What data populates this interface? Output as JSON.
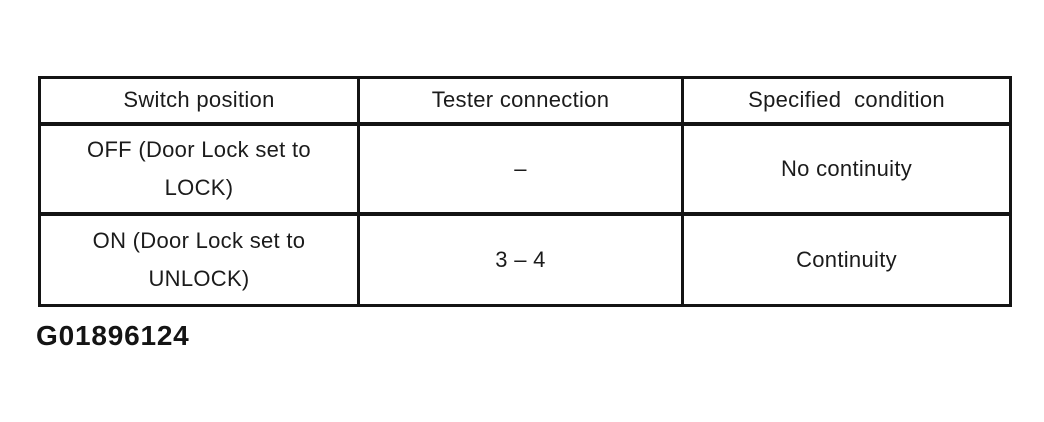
{
  "table": {
    "headers": [
      "Switch position",
      "Tester connection",
      "Specified  condition"
    ],
    "rows": [
      [
        "OFF (Door Lock set to LOCK)",
        "–",
        "No continuity"
      ],
      [
        "ON (Door Lock set to UNLOCK)",
        "3 – 4",
        "Continuity"
      ]
    ]
  },
  "figure_code": "G01896124",
  "colors": {
    "background": "#ffffff",
    "line": "#141414",
    "text": "#1b1b1b"
  }
}
